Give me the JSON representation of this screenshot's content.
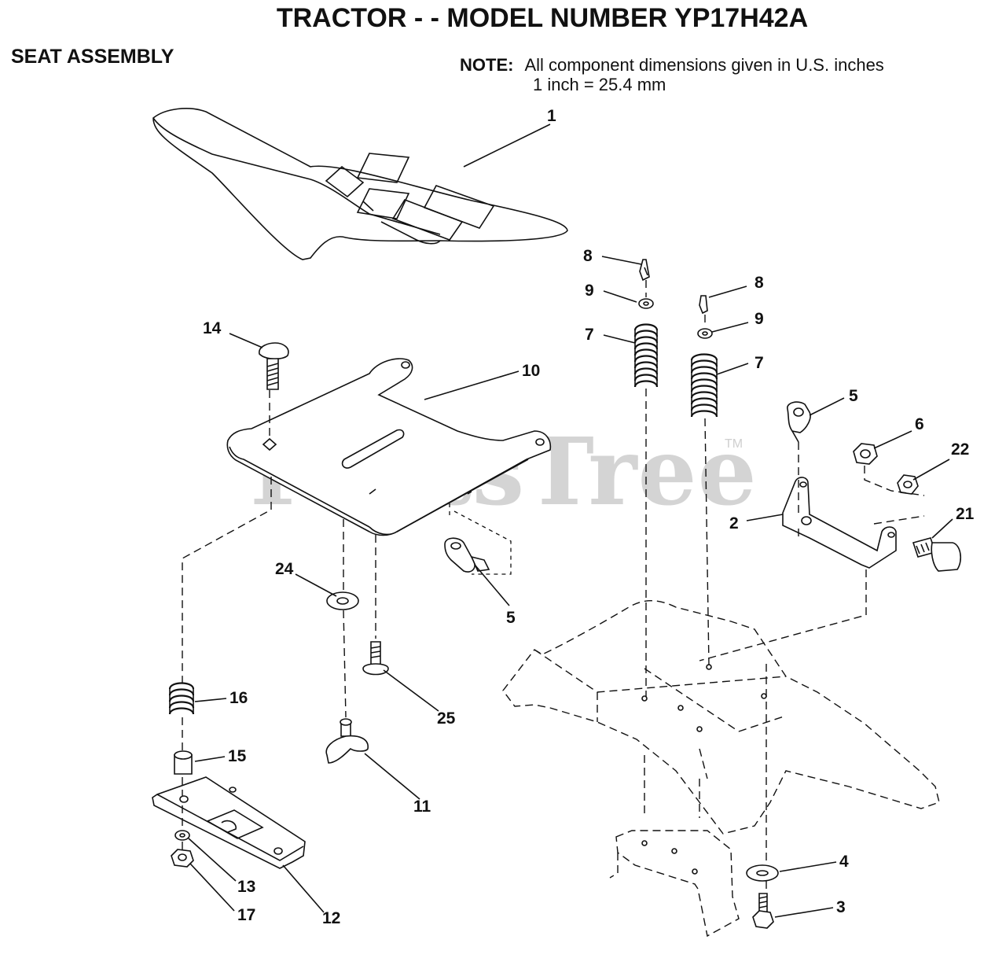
{
  "header": {
    "title": "TRACTOR - - MODEL NUMBER YP17H42A",
    "section": "SEAT ASSEMBLY",
    "note_label": "NOTE:",
    "note_line1": "All component dimensions given in U.S. inches",
    "note_line2": "1 inch = 25.4 mm"
  },
  "watermark": {
    "text": "PartsTree",
    "tm": "TM"
  },
  "callouts": {
    "c1": "1",
    "c2": "2",
    "c3": "3",
    "c4": "4",
    "c5a": "5",
    "c5b": "5",
    "c6": "6",
    "c7a": "7",
    "c7b": "7",
    "c8a": "8",
    "c8b": "8",
    "c9a": "9",
    "c9b": "9",
    "c10": "10",
    "c11": "11",
    "c12": "12",
    "c13": "13",
    "c14": "14",
    "c15": "15",
    "c16": "16",
    "c17": "17",
    "c21": "21",
    "c22": "22",
    "c24": "24",
    "c25": "25"
  }
}
